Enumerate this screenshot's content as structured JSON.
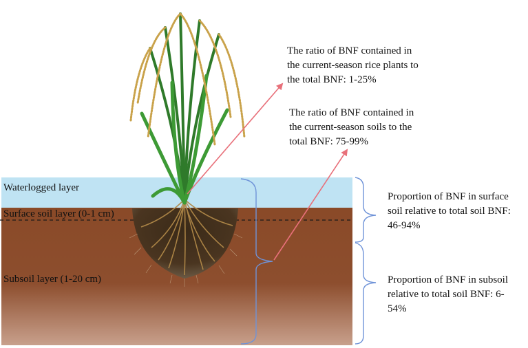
{
  "layers": {
    "waterlogged": "Waterlogged layer",
    "surface_soil": "Surface soil layer (0-1 cm)",
    "subsoil": "Subsoil  layer (1-20 cm)"
  },
  "annotations": {
    "plant_ratio": [
      "The ratio of BNF contained in",
      "the current-season rice plants to",
      "the total BNF: 1-25%"
    ],
    "soil_ratio": [
      "The ratio of BNF contained in",
      "the current-season soils to the",
      "total BNF: 75-99%"
    ],
    "surface_proportion": [
      "Proportion of BNF in surface",
      "soil relative to total soil BNF:",
      "46-94%"
    ],
    "subsoil_proportion": [
      "Proportion of BNF in subsoil",
      "relative to total soil BNF: 6-",
      "54%"
    ]
  },
  "colors": {
    "water": "#bfe3f3",
    "soil_top": "#8a4a28",
    "soil_bottom": "#c8a08c",
    "arrow": "#e8707a",
    "bracket": "#6f93d8",
    "rice_leaf": "#2f7a2a",
    "rice_grain": "#c9a24a",
    "root": "#a07a3a"
  }
}
